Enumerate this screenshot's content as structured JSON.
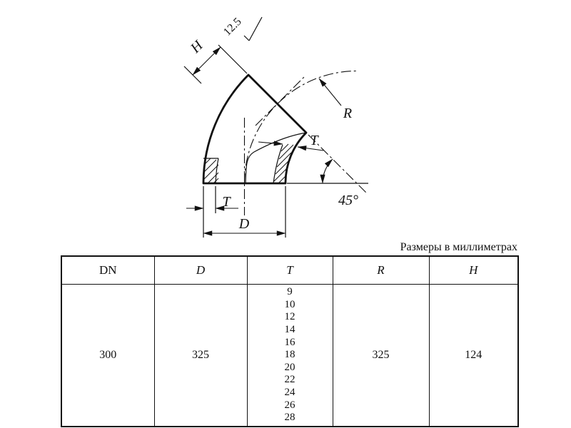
{
  "note": "Размеры в миллиметрах",
  "drawing": {
    "labels": {
      "height": "H",
      "roughness": "12.5",
      "radius": "R",
      "thickness": "T",
      "diameter": "D",
      "angle": "45°"
    }
  },
  "table": {
    "headers": [
      "DN",
      "D",
      "T",
      "R",
      "H"
    ],
    "dn": "300",
    "d": "325",
    "t_values": [
      "9",
      "10",
      "12",
      "14",
      "16",
      "18",
      "20",
      "22",
      "24",
      "26",
      "28"
    ],
    "r": "325",
    "h": "124"
  }
}
